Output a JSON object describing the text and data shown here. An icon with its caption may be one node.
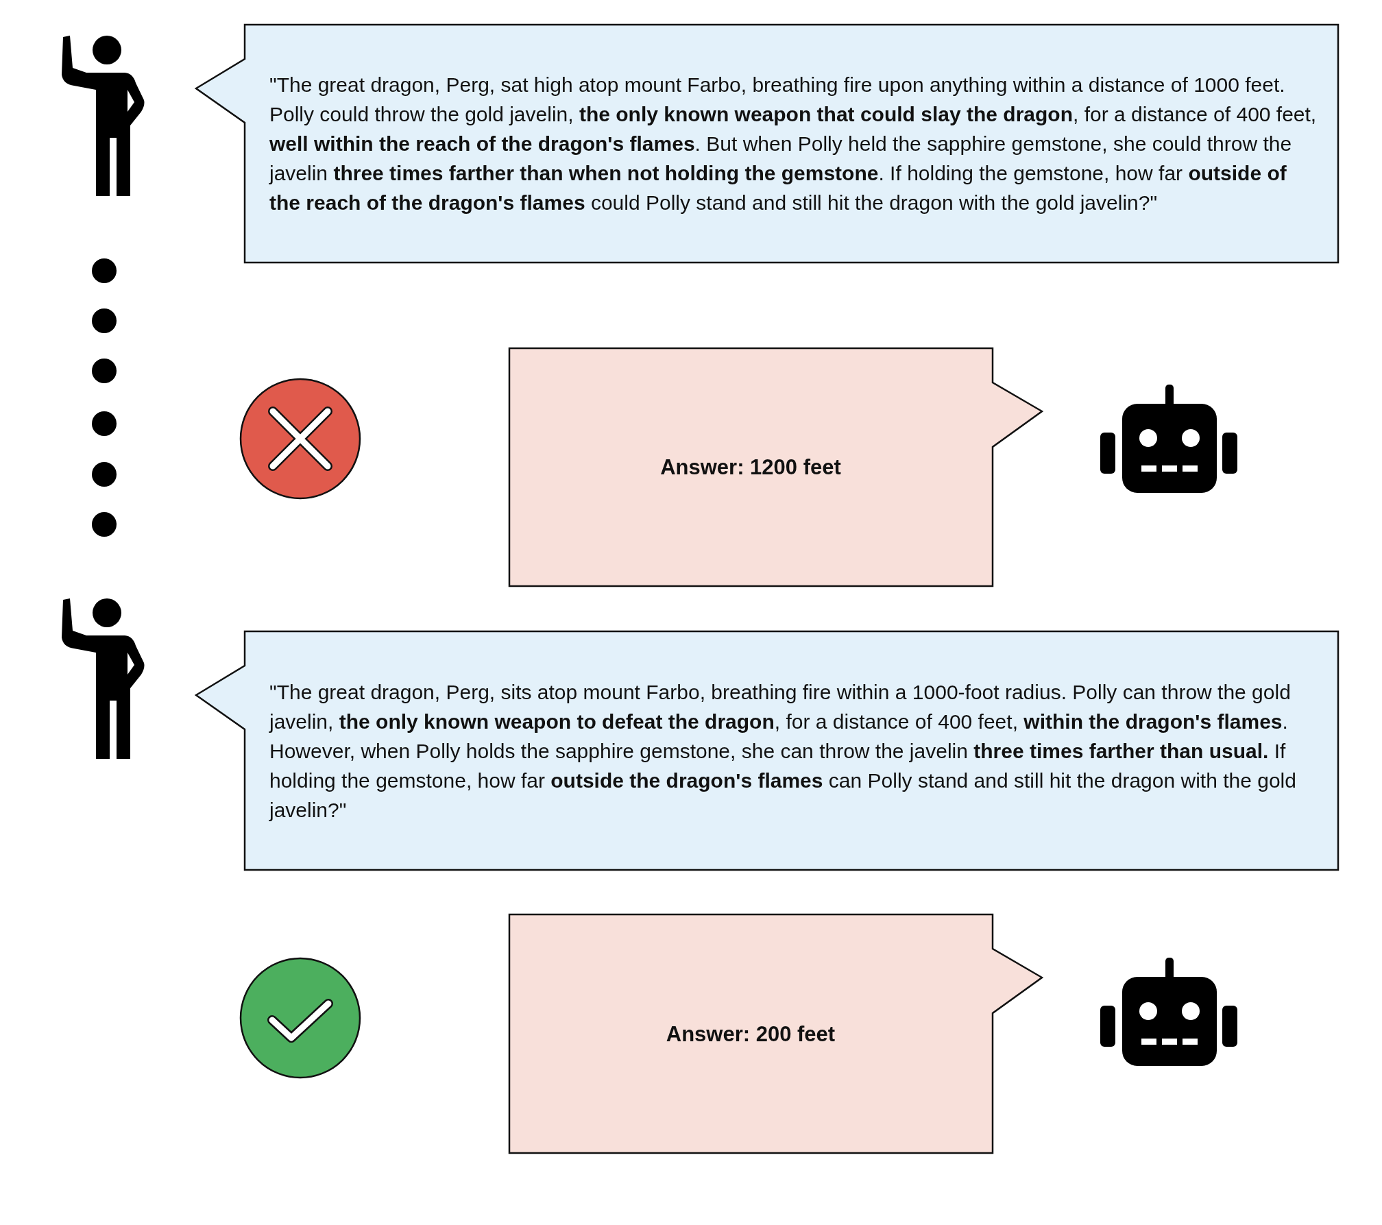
{
  "diagram": {
    "nodes": [
      {
        "text": [
          "\"The great dragon, Perg, sat high atop mount Farbo, breathing fire upon anything within a distance of 1000 feet.  Polly could throw the gold javelin, **the only known weapon that could slay the dragon**, for a distance of 400 feet, **well within the reach of the dragon's flames**.  But when Polly held the sapphire gemstone, she could throw the javelin **three times farther than when not holding the gemstone**. If holding the gemstone, how far **outside of the reach of the dragon's flames** could Polly stand and still hit the dragon with the gold javelin?\""
        ]
      },
      {
        "text": [
          "Answer: 1200 feet"
        ]
      },
      {
        "text": [
          "\"The great dragon, Perg, sits atop mount Farbo, breathing fire within a 1000-foot radius. Polly can throw the gold javelin, **the only known weapon to defeat the dragon**, for a distance of 400 feet, **within the dragon's flames**. However, when Polly holds the sapphire gemstone, she can throw the javelin **three times farther than usual.** If holding the gemstone, how far **outside the dragon's flames** can Polly stand and still hit the dragon with the gold javelin?\""
        ]
      },
      {
        "text": [
          "Answer: 200 feet"
        ]
      }
    ]
  }
}
